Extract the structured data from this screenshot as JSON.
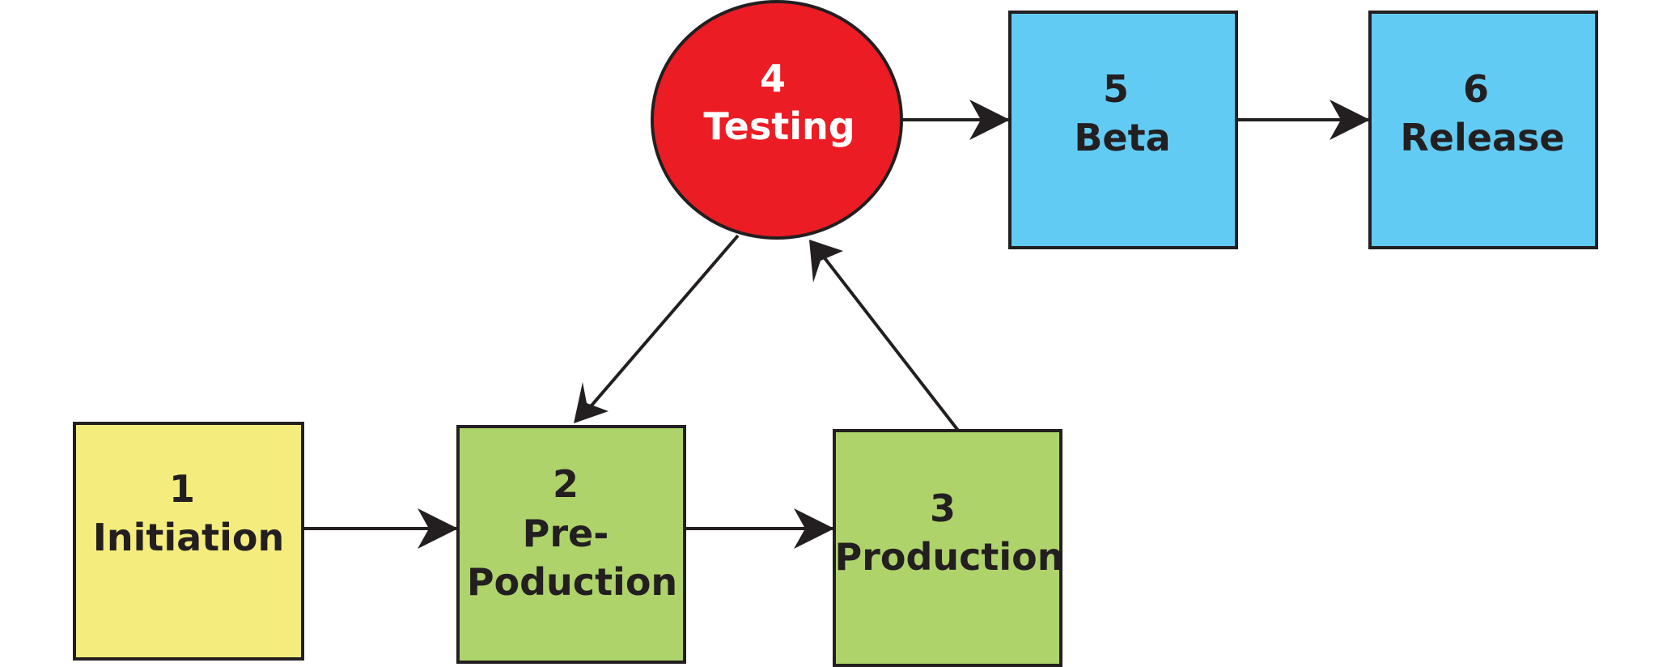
{
  "diagram": {
    "colors": {
      "initiation": "#F4EC7C",
      "production_stage": "#AFD36B",
      "testing": "#EC1C24",
      "release_stage": "#62CBF3",
      "stroke": "#231F20",
      "testing_text": "#FFFFFF",
      "text": "#231F20"
    },
    "nodes": [
      {
        "id": "initiation",
        "number": "1",
        "lines": [
          "Initiation"
        ]
      },
      {
        "id": "pre_production",
        "number": "2",
        "lines": [
          "Pre-",
          "Poduction"
        ]
      },
      {
        "id": "production",
        "number": "3",
        "lines": [
          "Production"
        ]
      },
      {
        "id": "testing",
        "number": "4",
        "lines": [
          "Testing"
        ]
      },
      {
        "id": "beta",
        "number": "5",
        "lines": [
          "Beta"
        ]
      },
      {
        "id": "release",
        "number": "6",
        "lines": [
          "Release"
        ]
      }
    ],
    "edges": [
      {
        "from": "initiation",
        "to": "pre_production"
      },
      {
        "from": "pre_production",
        "to": "production"
      },
      {
        "from": "production",
        "to": "testing"
      },
      {
        "from": "testing",
        "to": "pre_production"
      },
      {
        "from": "testing",
        "to": "beta"
      },
      {
        "from": "beta",
        "to": "release"
      }
    ]
  }
}
